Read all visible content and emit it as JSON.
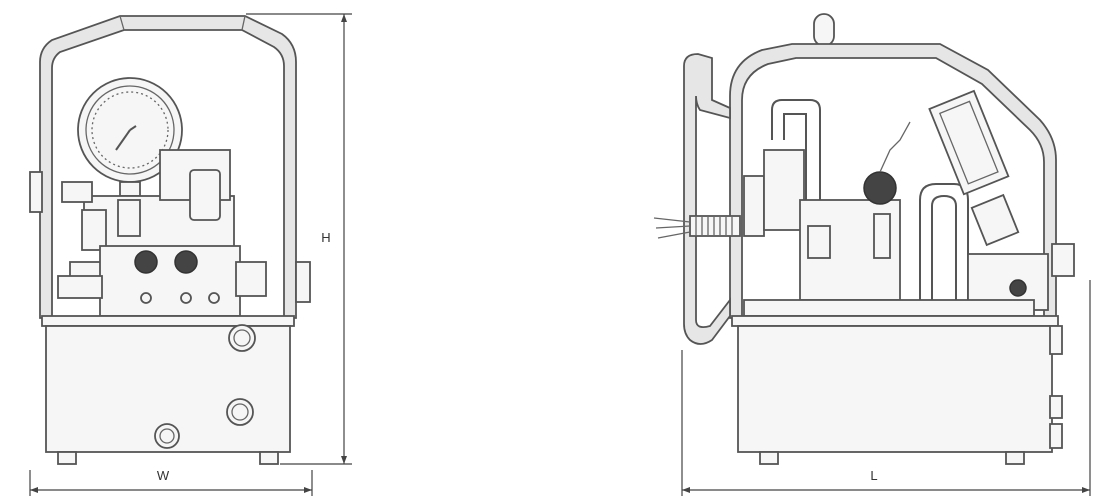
{
  "dimensions": {
    "width_label": "W",
    "height_label": "H",
    "length_label": "L"
  }
}
